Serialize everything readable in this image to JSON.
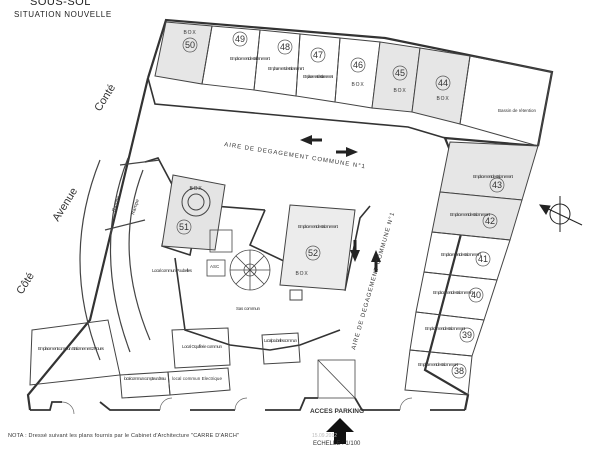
{
  "header": {
    "title": "SOUS-SOL",
    "subtitle": "SITUATION NOUVELLE"
  },
  "streets": {
    "conte": "Conté",
    "avenue": "Avenue",
    "cote": "Côté"
  },
  "aisles": {
    "top": "AIRE DE DEGAGEMENT COMMUNE N°1",
    "right": "AIRE DE DEGAGEMENT COMMUNE N°1"
  },
  "lots": {
    "parking_label": "Emplacement de stationnement",
    "box_label": "BOX",
    "numbers": {
      "n38": "38",
      "n39": "39",
      "n40": "40",
      "n41": "41",
      "n42": "42",
      "n43": "43",
      "n44": "44",
      "n45": "45",
      "n46": "46",
      "n47": "47",
      "n48": "48",
      "n49": "49",
      "n50": "50",
      "n51": "51",
      "n52": "52"
    }
  },
  "rooms": {
    "bassin": "Bassin de rétention",
    "local_poubelles": "Local commun Poubelles",
    "local_oqufferie": "Local Oqufferie commun",
    "local_poubelles_small": "Local poubelles commun",
    "local_compteur_eau": "local commun compteur d'eau",
    "local_electrique": "local commun Electrique",
    "stationnement_commun": "Emplacement commun Stationnement 2 Roues",
    "sas": "Sas commun",
    "asc": "ASC",
    "ramp1": "Rampe",
    "ramp2": "Rampe"
  },
  "entrance": "ACCES PARKING",
  "scale": "ECHELLE : 1/100",
  "stamp": "15.09.2012",
  "note": "NOTA : Dressé suivant les plans fournis par le Cabinet d'Architecture \"CARRE D'ARCH\""
}
